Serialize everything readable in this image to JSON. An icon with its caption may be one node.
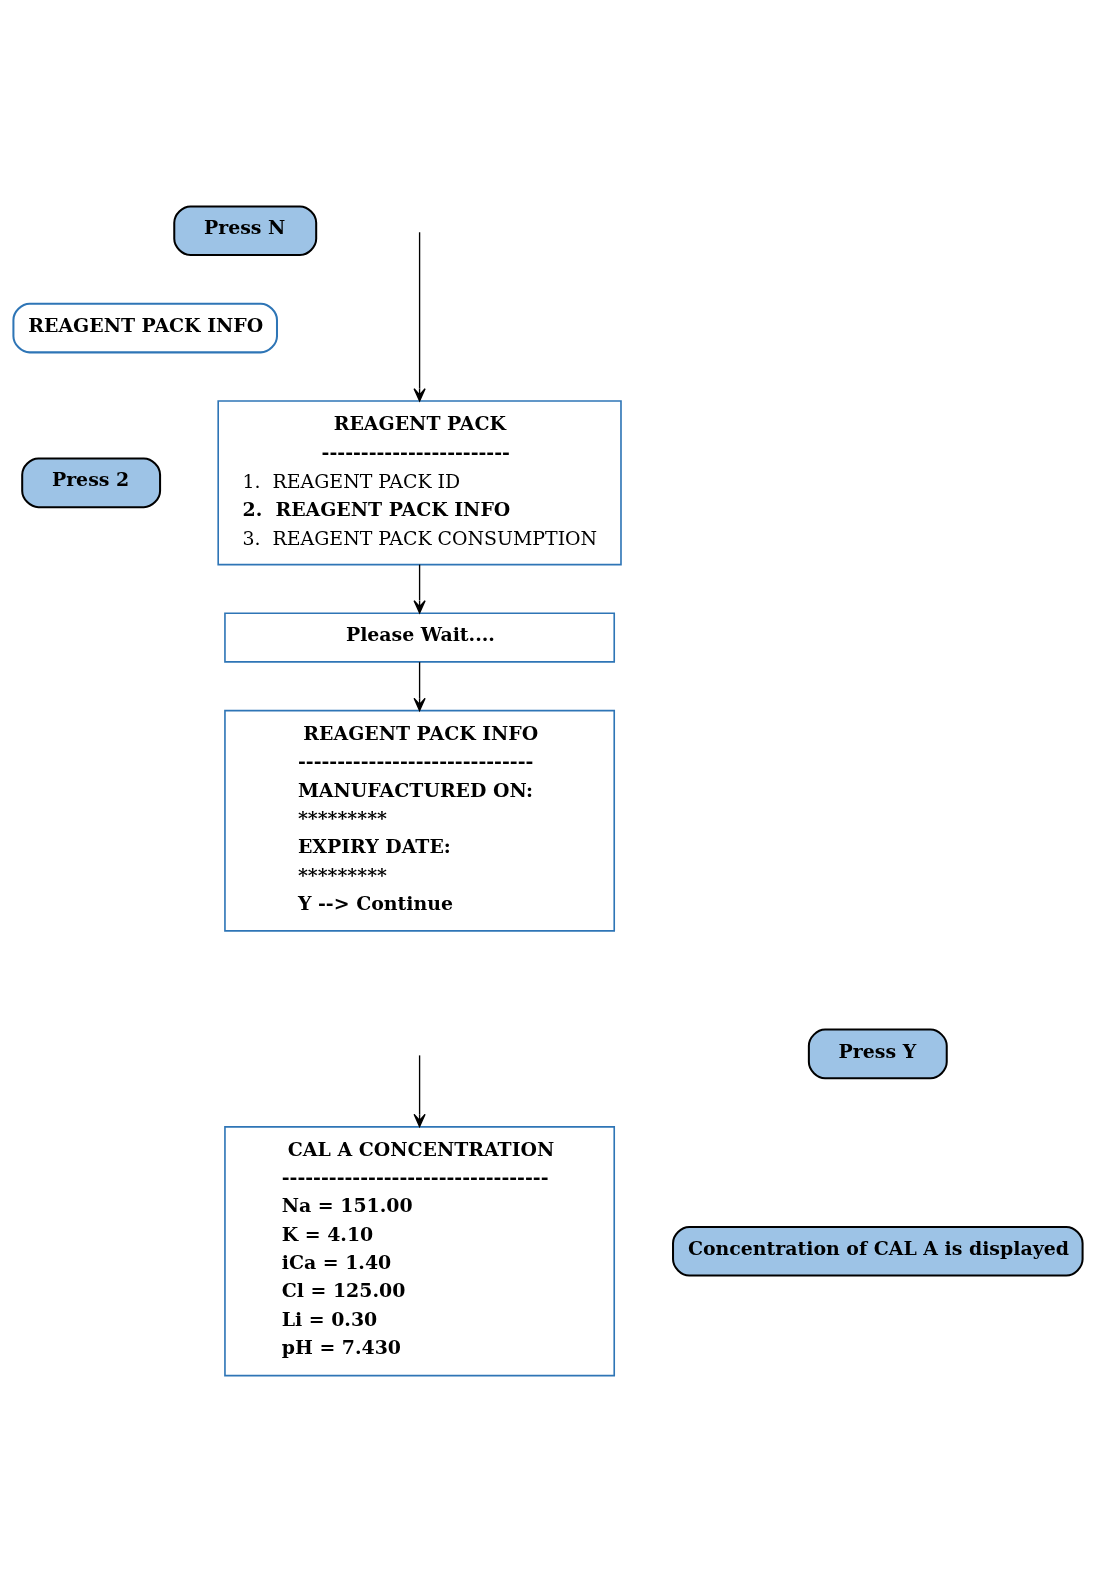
{
  "diagram": {
    "nodes": [
      {
        "text": [
          "Press N"
        ]
      },
      {
        "text": [
          "REAGENT PACK INFO"
        ]
      },
      {
        "text": [
          "Press 2"
        ]
      },
      {
        "text": [
          "REAGENT PACK",
          "------------------------",
          "1.  REAGENT PACK ID",
          "2.  REAGENT PACK INFO",
          "3.  REAGENT PACK CONSUMPTION"
        ]
      },
      {
        "text": [
          "Please Wait...."
        ]
      },
      {
        "text": [
          "REAGENT PACK INFO",
          "------------------------------",
          "MANUFACTURED ON:",
          "*********",
          "EXPIRY DATE:",
          "*********",
          "Y --> Continue"
        ]
      },
      {
        "text": [
          "Press Y"
        ]
      },
      {
        "text": [
          "CAL A CONCENTRATION",
          "----------------------------------",
          "Na = 151.00",
          "K = 4.10",
          "iCa = 1.40",
          "Cl = 125.00",
          "Li = 0.30",
          "pH = 7.430"
        ]
      },
      {
        "text": [
          "Concentration of CAL A is displayed"
        ]
      }
    ],
    "edges": [
      {
        "from": null,
        "to": 3,
        "arrow": "to"
      },
      {
        "from": 3,
        "to": 4,
        "arrow": "to"
      },
      {
        "from": 4,
        "to": 5,
        "arrow": "to"
      },
      {
        "from": null,
        "to": 7,
        "arrow": "to"
      }
    ]
  }
}
